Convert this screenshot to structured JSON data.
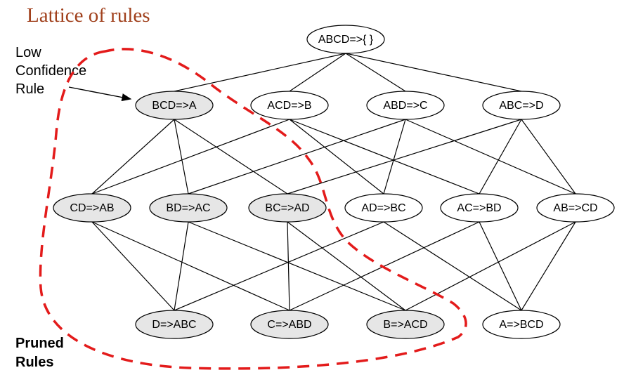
{
  "title": "Lattice of rules",
  "annotations": {
    "low_confidence": [
      "Low",
      "Confidence",
      "Rule"
    ],
    "pruned": [
      "Pruned",
      "Rules"
    ]
  },
  "colors": {
    "title": "#a0401c",
    "pruned_fill": "#e6e6e6",
    "normal_fill": "#ffffff",
    "pruned_boundary": "#e31b1b",
    "edges": "#000000"
  },
  "nodes": [
    {
      "id": "ABCD",
      "label": "ABCD=>{ }",
      "level": 0,
      "pruned": false
    },
    {
      "id": "BCD",
      "label": "BCD=>A",
      "level": 1,
      "pruned": true
    },
    {
      "id": "ACD",
      "label": "ACD=>B",
      "level": 1,
      "pruned": false
    },
    {
      "id": "ABD",
      "label": "ABD=>C",
      "level": 1,
      "pruned": false
    },
    {
      "id": "ABC",
      "label": "ABC=>D",
      "level": 1,
      "pruned": false
    },
    {
      "id": "CD",
      "label": "CD=>AB",
      "level": 2,
      "pruned": true
    },
    {
      "id": "BD",
      "label": "BD=>AC",
      "level": 2,
      "pruned": true
    },
    {
      "id": "BC",
      "label": "BC=>AD",
      "level": 2,
      "pruned": true
    },
    {
      "id": "AD",
      "label": "AD=>BC",
      "level": 2,
      "pruned": false
    },
    {
      "id": "AC",
      "label": "AC=>BD",
      "level": 2,
      "pruned": false
    },
    {
      "id": "AB",
      "label": "AB=>CD",
      "level": 2,
      "pruned": false
    },
    {
      "id": "D",
      "label": "D=>ABC",
      "level": 3,
      "pruned": true
    },
    {
      "id": "C",
      "label": "C=>ABD",
      "level": 3,
      "pruned": true
    },
    {
      "id": "B",
      "label": "B=>ACD",
      "level": 3,
      "pruned": true
    },
    {
      "id": "A",
      "label": "A=>BCD",
      "level": 3,
      "pruned": false
    }
  ],
  "edges": [
    [
      "ABCD",
      "BCD"
    ],
    [
      "ABCD",
      "ACD"
    ],
    [
      "ABCD",
      "ABD"
    ],
    [
      "ABCD",
      "ABC"
    ],
    [
      "BCD",
      "CD"
    ],
    [
      "BCD",
      "BD"
    ],
    [
      "BCD",
      "BC"
    ],
    [
      "ACD",
      "CD"
    ],
    [
      "ACD",
      "AD"
    ],
    [
      "ACD",
      "AC"
    ],
    [
      "ABD",
      "BD"
    ],
    [
      "ABD",
      "AD"
    ],
    [
      "ABD",
      "AB"
    ],
    [
      "ABC",
      "BC"
    ],
    [
      "ABC",
      "AC"
    ],
    [
      "ABC",
      "AB"
    ],
    [
      "CD",
      "D"
    ],
    [
      "CD",
      "C"
    ],
    [
      "BD",
      "D"
    ],
    [
      "BD",
      "B"
    ],
    [
      "BC",
      "C"
    ],
    [
      "BC",
      "B"
    ],
    [
      "AD",
      "D"
    ],
    [
      "AD",
      "A"
    ],
    [
      "AC",
      "C"
    ],
    [
      "AC",
      "A"
    ],
    [
      "AB",
      "B"
    ],
    [
      "AB",
      "A"
    ]
  ]
}
